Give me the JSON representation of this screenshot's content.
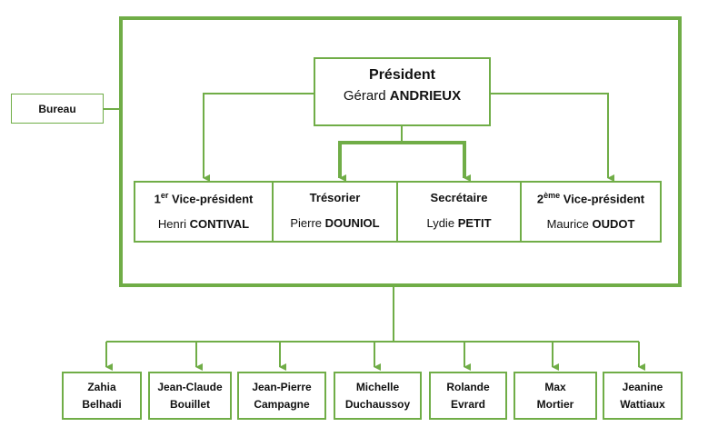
{
  "bureau": {
    "label": "Bureau"
  },
  "president": {
    "title": "Président",
    "first_name": "Gérard",
    "last_name": "ANDRIEUX"
  },
  "officers": [
    {
      "role_prefix": "1",
      "role_sup": "er",
      "role": " Vice-président",
      "first_name": "Henri",
      "last_name": "CONTIVAL"
    },
    {
      "role_prefix": "",
      "role_sup": "",
      "role": "Trésorier",
      "first_name": "Pierre",
      "last_name": "DOUNIOL"
    },
    {
      "role_prefix": "",
      "role_sup": "",
      "role": "Secrétaire",
      "first_name": "Lydie",
      "last_name": "PETIT"
    },
    {
      "role_prefix": "2",
      "role_sup": "ème",
      "role": " Vice-président",
      "first_name": "Maurice",
      "last_name": "OUDOT"
    }
  ],
  "members": [
    {
      "first_name": "Zahia",
      "last_name": "Belhadi"
    },
    {
      "first_name": "Jean-Claude",
      "last_name": "Bouillet"
    },
    {
      "first_name": "Jean-Pierre",
      "last_name": "Campagne"
    },
    {
      "first_name": "Michelle",
      "last_name": "Duchaussoy"
    },
    {
      "first_name": "Rolande",
      "last_name": "Evrard"
    },
    {
      "first_name": "Max",
      "last_name": "Mortier"
    },
    {
      "first_name": "Jeanine",
      "last_name": "Wattiaux"
    }
  ],
  "colors": {
    "accent": "#70ad47",
    "text": "#111111"
  }
}
